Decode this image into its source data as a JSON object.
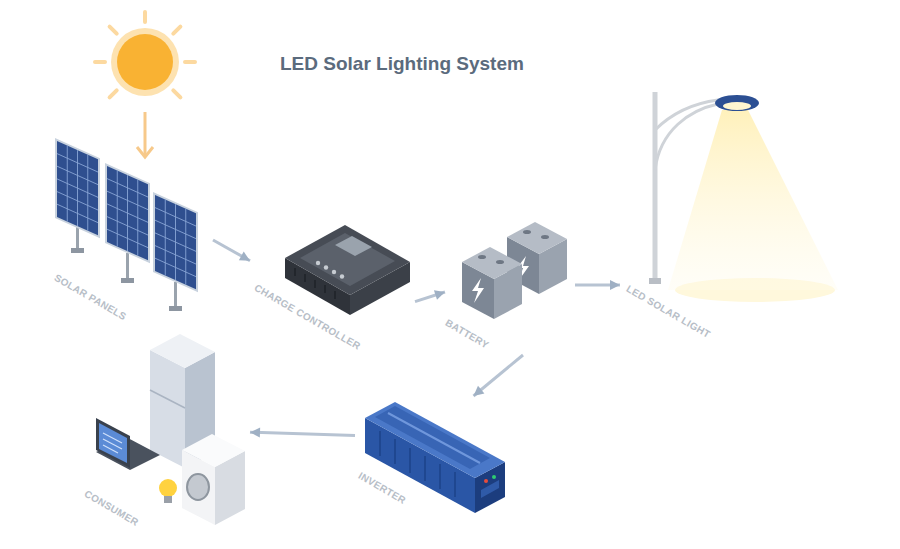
{
  "diagram": {
    "title": "LED Solar Lighting System",
    "nodes": [
      {
        "text": [
          "SOLAR PANELS"
        ]
      },
      {
        "text": [
          "CHARGE CONTROLLER"
        ]
      },
      {
        "text": [
          "BATTERY"
        ]
      },
      {
        "text": [
          "LED SOLAR LIGHT"
        ]
      },
      {
        "text": [
          "INVERTER"
        ]
      },
      {
        "text": [
          "CONSUMER"
        ]
      }
    ],
    "edges": [
      {
        "from": 0,
        "to": 1,
        "arrow": "to"
      },
      {
        "from": 1,
        "to": 2,
        "arrow": "to"
      },
      {
        "from": 2,
        "to": 3,
        "arrow": "to"
      },
      {
        "from": 2,
        "to": 4,
        "arrow": "to"
      },
      {
        "from": 4,
        "to": 5,
        "arrow": "to"
      }
    ]
  }
}
